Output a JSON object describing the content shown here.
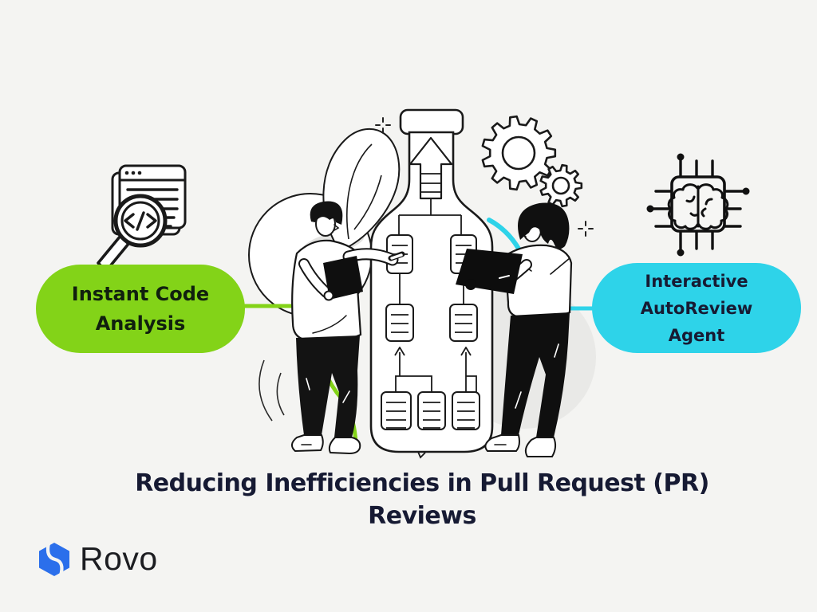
{
  "pills": {
    "left": {
      "lines": [
        "Instant Code",
        "Analysis"
      ]
    },
    "right": {
      "lines": [
        "Interactive",
        "AutoReview",
        "Agent"
      ]
    }
  },
  "title": {
    "lines": [
      "Reducing Inefficiencies in Pull Request (PR)",
      "Reviews"
    ]
  },
  "brand": {
    "name": "Rovo"
  },
  "colors": {
    "background": "#F4F4F2",
    "green": "#83D318",
    "cyan": "#2ED3E9",
    "navy": "#171B33",
    "ink": "#1A1A1A",
    "brand_blue": "#2B6FEB",
    "soft_gray": "#E9E9E7"
  },
  "icons": {
    "left": "code-analysis-magnifier-icon",
    "right": "ai-brain-chip-icon",
    "center": "bottleneck-flowchart-illustration",
    "decorations": [
      "gears-icon",
      "sparkle-icon",
      "rovo-logo-icon"
    ]
  }
}
